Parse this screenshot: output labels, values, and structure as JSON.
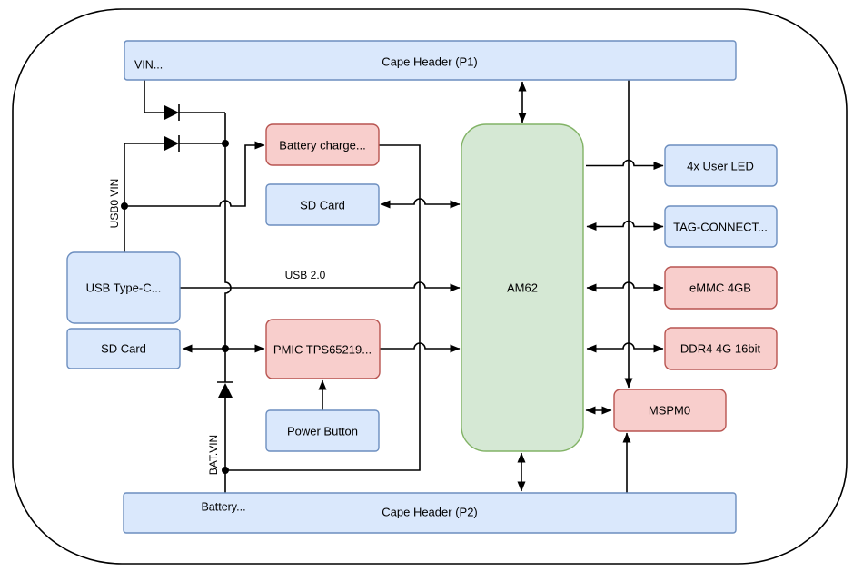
{
  "diagram": {
    "colors": {
      "blue_fill": "#dae8fc",
      "blue_stroke": "#6c8ebf",
      "red_fill": "#f8cecc",
      "red_stroke": "#b85450",
      "green_fill": "#d5e8d4",
      "green_stroke": "#82b366",
      "wire": "#000000",
      "outline": "#000000"
    },
    "nodes": {
      "cape_header_p1": {
        "label": "Cape Header (P1)",
        "port_label": "VIN..."
      },
      "battery_charger": {
        "label": "Battery charge..."
      },
      "sd_card_mid": {
        "label": "SD Card"
      },
      "usb_type_c": {
        "label": "USB Type-C..."
      },
      "sd_card_left": {
        "label": "SD Card"
      },
      "pmic": {
        "label": "PMIC TPS65219..."
      },
      "power_button": {
        "label": "Power Button"
      },
      "am62": {
        "label": "AM62"
      },
      "user_led": {
        "label": "4x User LED"
      },
      "tag_connect": {
        "label": "TAG-CONNECT..."
      },
      "emmc": {
        "label": "eMMC 4GB"
      },
      "ddr4": {
        "label": "DDR4 4G 16bit"
      },
      "mspm0": {
        "label": "MSPM0"
      },
      "cape_header_p2": {
        "label": "Cape Header (P2)",
        "port_label": "Battery..."
      }
    },
    "wire_labels": {
      "usb2": "USB 2.0",
      "usb0_vin": "USB0 VIN",
      "bat_vin": "BAT.VIN"
    }
  }
}
